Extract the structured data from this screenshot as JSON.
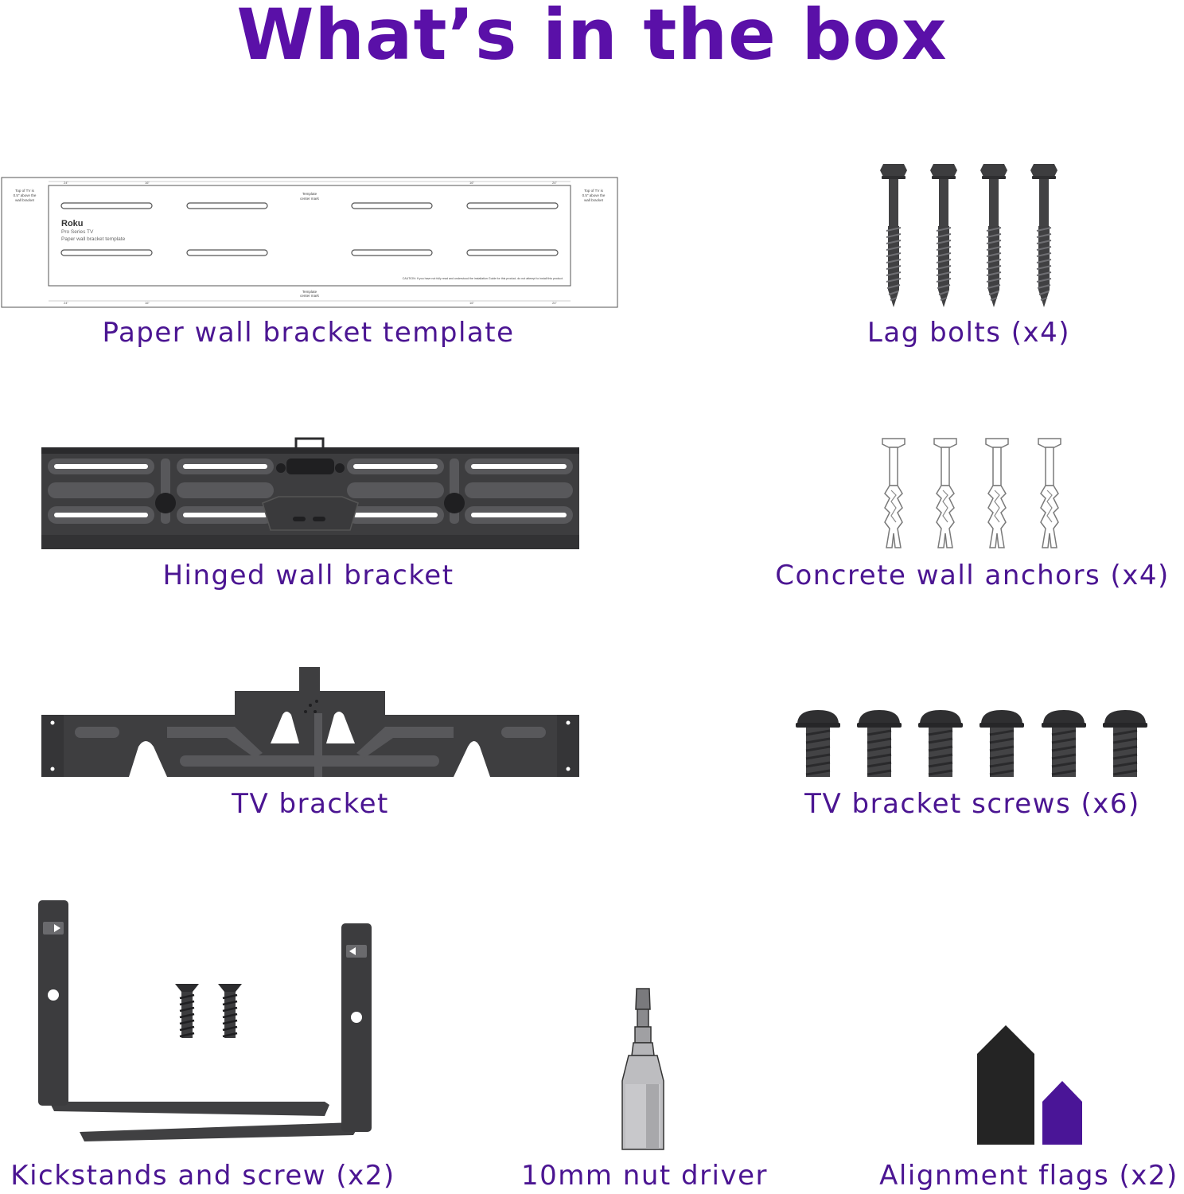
{
  "title": "What’s in the box",
  "colors": {
    "title": "#5a10a8",
    "label": "#4b1592",
    "metal": "#3f3f41",
    "metal_light": "#6d6d70",
    "accent_flag": "#4a1597"
  },
  "items": [
    {
      "label": "Paper wall bracket template",
      "icon": "paper-template-icon"
    },
    {
      "label": "Lag bolts (x4)",
      "icon": "lag-bolt-icon"
    },
    {
      "label": "Hinged wall bracket",
      "icon": "hinged-bracket-icon"
    },
    {
      "label": "Concrete wall anchors (x4)",
      "icon": "wall-anchor-icon"
    },
    {
      "label": "TV bracket",
      "icon": "tv-bracket-icon"
    },
    {
      "label": "TV bracket screws (x6)",
      "icon": "bracket-screw-icon"
    },
    {
      "label": "Kickstands and screw (x2)",
      "icon": "kickstand-icon"
    },
    {
      "label": "10mm nut driver",
      "icon": "nut-driver-icon"
    },
    {
      "label": "Alignment flags (x2)",
      "icon": "alignment-flag-icon"
    }
  ],
  "template": {
    "brand": "Roku",
    "line1": "Pro Series TV",
    "line2": "Paper wall bracket template",
    "left_note": [
      "Top of TV is",
      "0.5\" above the",
      "wall bracket"
    ],
    "right_note": [
      "Top of TV is",
      "0.5\" above the",
      "wall bracket"
    ],
    "center_mark_top": [
      "Template",
      "center mark"
    ],
    "center_mark_bottom": [
      "Template",
      "center mark"
    ],
    "ruler_24": "24\"",
    "ruler_16": "16\"",
    "caution": "CAUTION: If you have not fully read and understood the installation Guide for this product, do not attempt to install this product."
  }
}
